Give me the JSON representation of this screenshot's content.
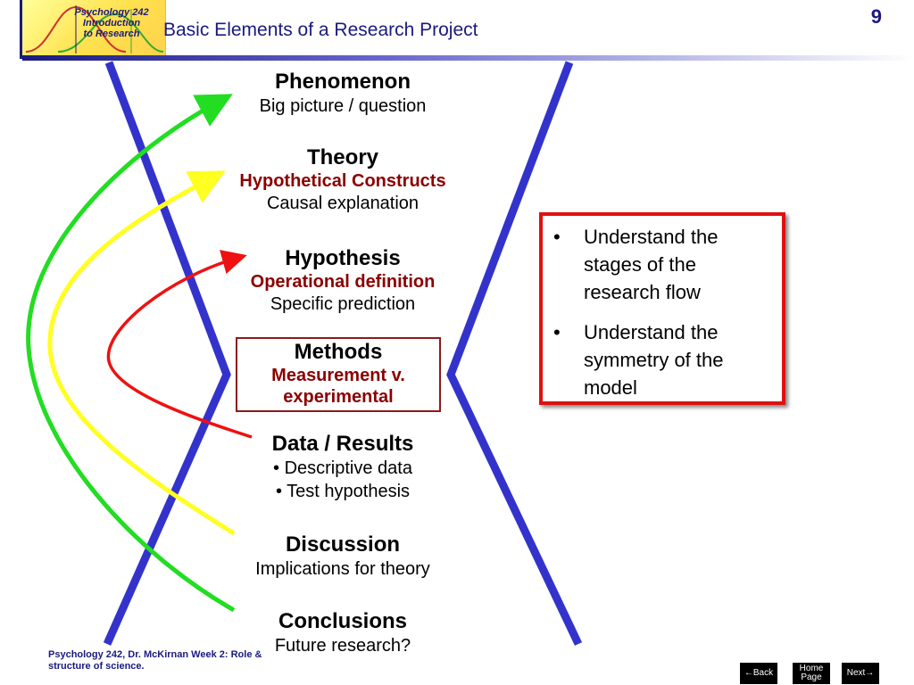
{
  "header": {
    "logo_lines": [
      "Psychology 242",
      "Introduction",
      "to Research"
    ],
    "title": "Basic Elements of a Research Project",
    "slide_number": "9"
  },
  "stages": [
    {
      "head": "Phenomenon",
      "sub": [
        "Big picture / question"
      ]
    },
    {
      "head": "Theory",
      "red": "Hypothetical Constructs",
      "sub": [
        "Causal explanation"
      ]
    },
    {
      "head": "Hypothesis",
      "red": "Operational definition",
      "sub": [
        "Specific prediction"
      ]
    },
    {
      "head": "Methods",
      "red_lines": [
        "Measurement v.",
        "experimental"
      ]
    },
    {
      "head": "Data / Results",
      "sub": [
        "• Descriptive data",
        "• Test hypothesis"
      ]
    },
    {
      "head": "Discussion",
      "sub": [
        "Implications for theory"
      ]
    },
    {
      "head": "Conclusions",
      "sub": [
        "Future research?"
      ]
    }
  ],
  "goals": [
    "Understand the stages of the research flow",
    "Understand the symmetry of the model"
  ],
  "colors": {
    "hourglass": "#3333cc",
    "arrow_green": "#22dd22",
    "arrow_yellow": "#ffff22",
    "arrow_red": "#ee1111",
    "accent_dark_red": "#8b0000",
    "title_blue": "#1a1a80"
  },
  "footer": {
    "text": "Psychology 242, Dr. McKirnan  Week 2: Role & structure of science."
  },
  "nav": {
    "back": "←Back",
    "home_line1": "Home",
    "home_line2": "Page",
    "next": "Next→"
  }
}
